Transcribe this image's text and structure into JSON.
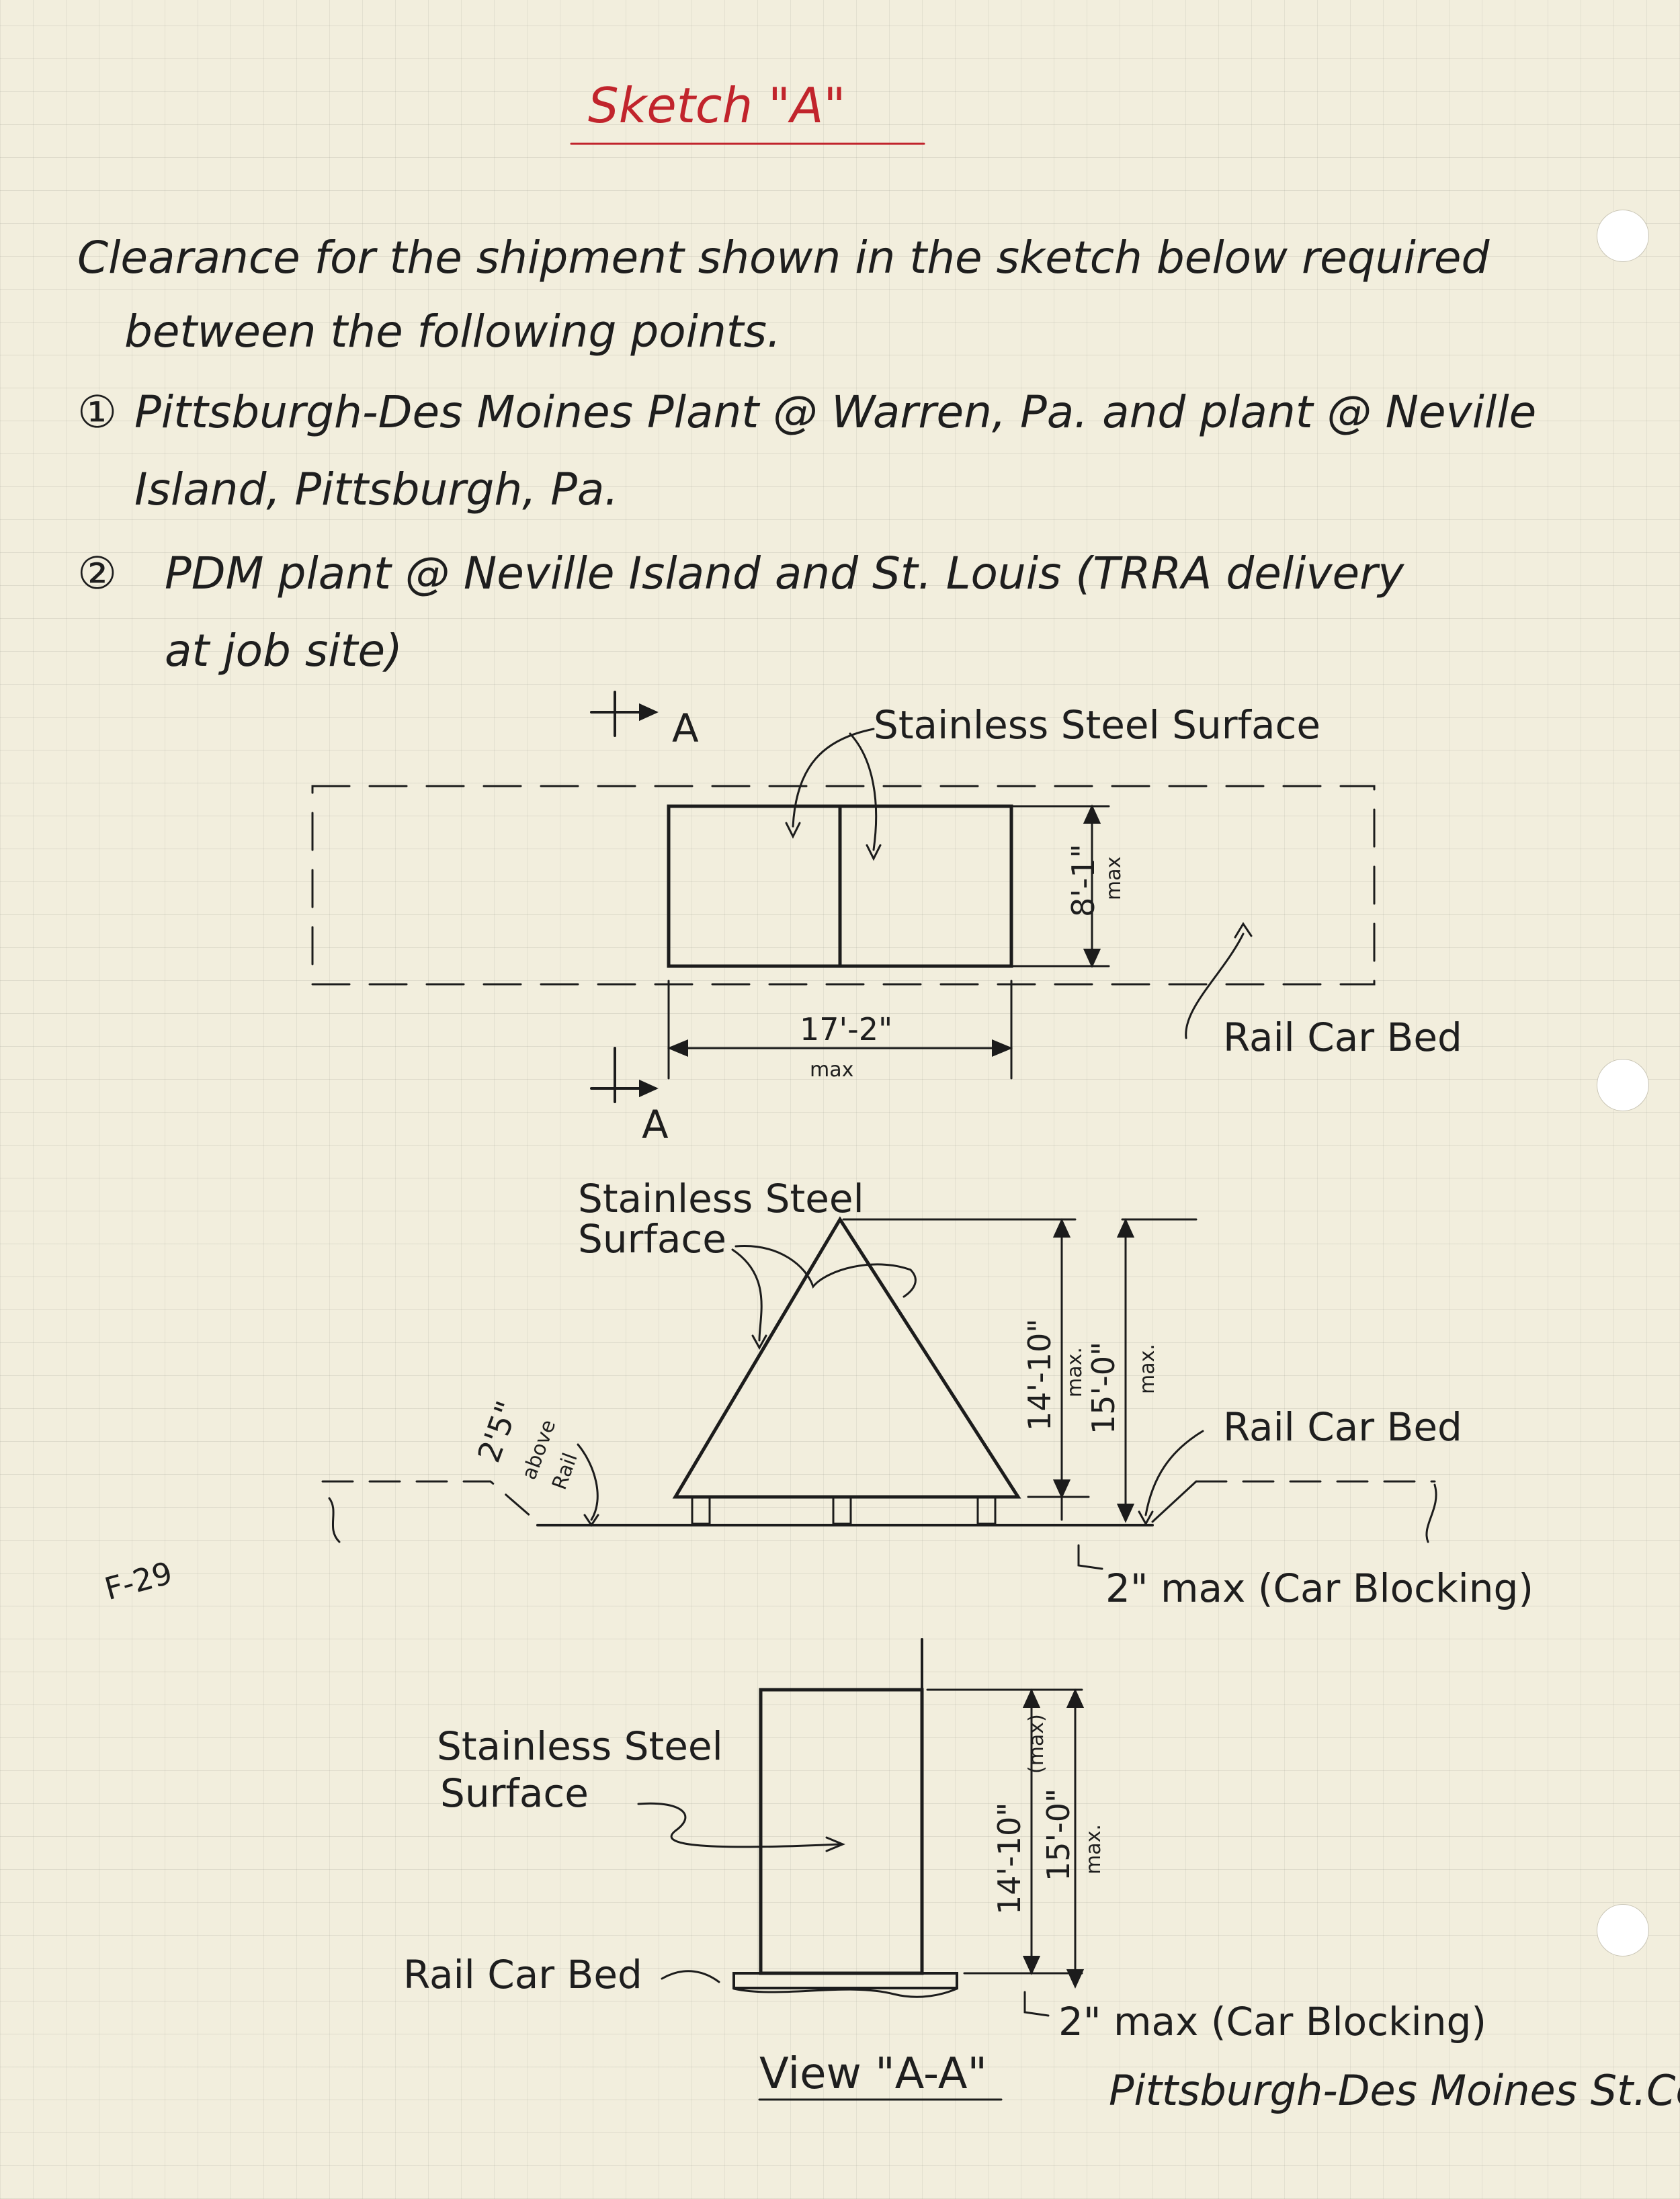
{
  "title": "Sketch \"A\"",
  "intro": {
    "line1": "Clearance for the shipment shown in the sketch below required",
    "line2": "between the following points."
  },
  "points": [
    {
      "marker": "①",
      "line1": "Pittsburgh-Des Moines Plant @ Warren, Pa. and plant @ Neville",
      "line2": "Island, Pittsburgh, Pa."
    },
    {
      "marker": "②",
      "line1": "PDM plant @ Neville Island and St. Louis (TRRA delivery",
      "line2": "at job site)"
    }
  ],
  "plan_view": {
    "section_mark": "A",
    "surface_label": "Stainless Steel Surface",
    "height_dim": "8'-1\"",
    "height_note": "max",
    "length_dim": "17'-2\"",
    "length_note": "max",
    "bed_label": "Rail Car Bed"
  },
  "elevation_view": {
    "surface_label_1": "Stainless Steel",
    "surface_label_2": "Surface",
    "above_rail_dim": "2'5\"",
    "above_rail_note_1": "above",
    "above_rail_note_2": "Rail",
    "height_dim_1": "14'-10\"",
    "height_note_1": "max.",
    "height_dim_2": "15'-0\"",
    "height_note_2": "max.",
    "bed_label": "Rail Car Bed",
    "blocking_note": "2\" max (Car Blocking)",
    "margin_note": "F-29"
  },
  "section_view": {
    "surface_label_1": "Stainless Steel",
    "surface_label_2": "Surface",
    "height_dim_1": "14'-10\"",
    "height_note_1": "(max)",
    "height_dim_2": "15'-0\"",
    "height_note_2": "max.",
    "bed_label": "Rail Car Bed",
    "blocking_note": "2\" max (Car Blocking)",
    "view_label": "View \"A-A\""
  },
  "footer": "Pittsburgh-Des Moines St.Co."
}
